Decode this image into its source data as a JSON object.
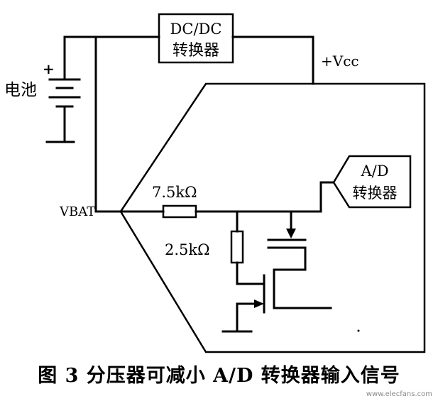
{
  "labels": {
    "battery": "电池",
    "dcdc_line1": "DC/DC",
    "dcdc_line2": "转换器",
    "vcc": "+Vcc",
    "vbat": "VBAT",
    "r1": "7.5kΩ",
    "r2": "2.5kΩ",
    "adc_line1": "A/D",
    "adc_line2": "转换器"
  },
  "caption": "图 3  分压器可减小 A/D 转换器输入信号",
  "watermark": "www.elecfans.com"
}
